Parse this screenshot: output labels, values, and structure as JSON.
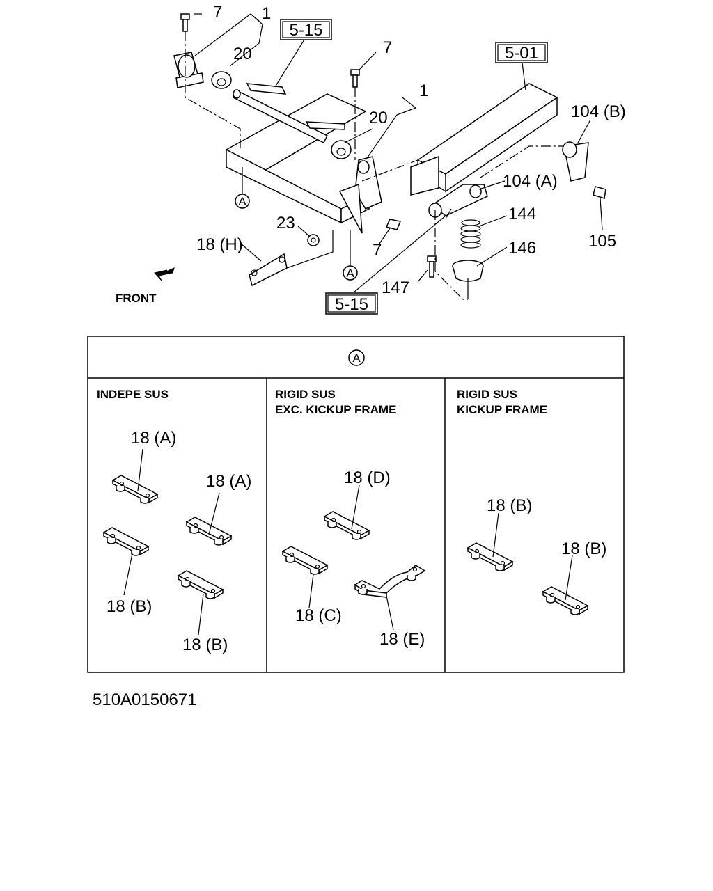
{
  "diagram_id": "510A0150671",
  "front_label": "FRONT",
  "ref_boxes": {
    "ref_5_15_top": "5-15",
    "ref_5_01": "5-01",
    "ref_5_15_bottom": "5-15"
  },
  "callouts": {
    "c7a": "7",
    "c1a": "1",
    "c20a": "20",
    "c7b": "7",
    "c1b": "1",
    "c20b": "20",
    "c104b": "104 (B)",
    "c104a": "104 (A)",
    "c144": "144",
    "c146": "146",
    "c147": "147",
    "c105": "105",
    "c23": "23",
    "c7c": "7",
    "c18h": "18 (H)"
  },
  "circle_marker": "A",
  "detail": {
    "header_marker": "A",
    "panels": [
      {
        "title_line1": "INDEPE SUS",
        "title_line2": "",
        "labels": [
          "18 (A)",
          "18 (A)",
          "18 (B)",
          "18 (B)"
        ]
      },
      {
        "title_line1": "RIGID SUS",
        "title_line2": "EXC. KICKUP FRAME",
        "labels": [
          "18 (D)",
          "18 (C)",
          "18 (E)"
        ]
      },
      {
        "title_line1": "RIGID SUS",
        "title_line2": "KICKUP FRAME",
        "labels": [
          "18 (B)",
          "18 (B)"
        ]
      }
    ]
  }
}
